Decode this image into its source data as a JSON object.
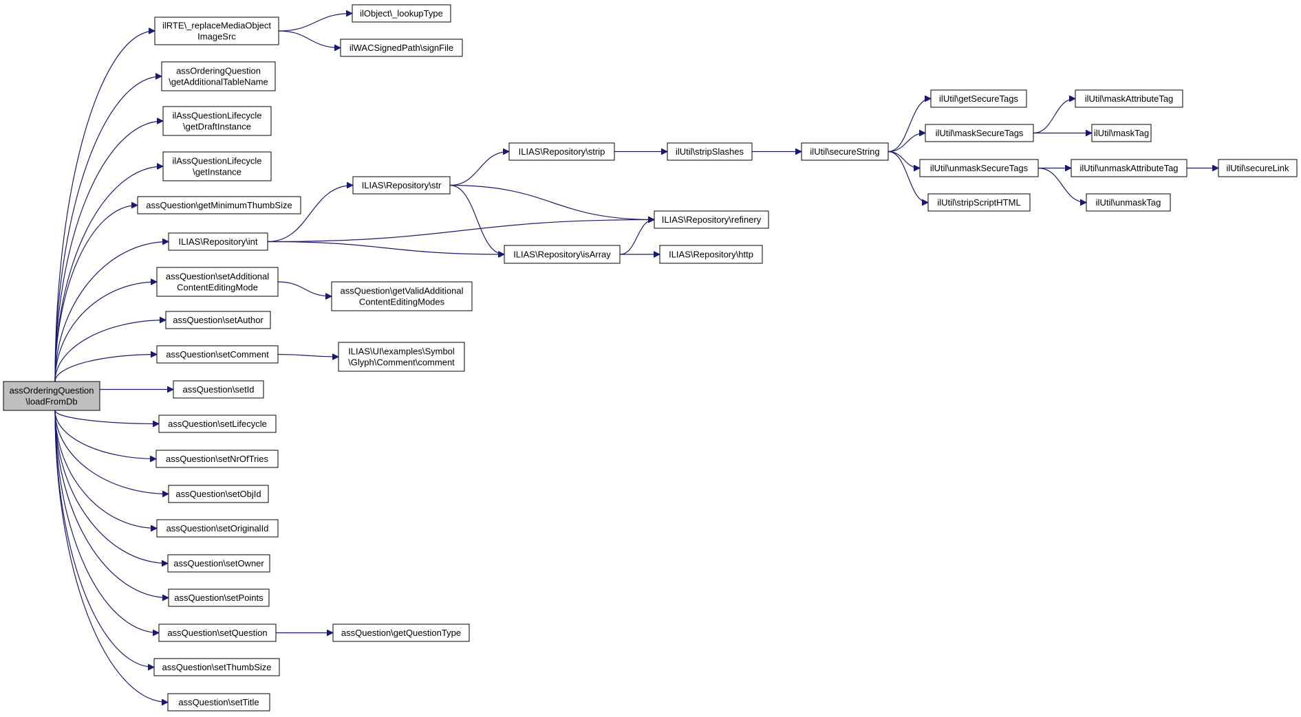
{
  "colors": {
    "edge": "#191970",
    "root_fill": "#bfbfbf",
    "node_fill": "#ffffff",
    "border": "#000000"
  },
  "nodes": [
    {
      "id": "root",
      "lines": [
        "assOrderingQuestion",
        "\\loadFromDb"
      ]
    },
    {
      "id": "n1",
      "lines": [
        "ilRTE\\_replaceMediaObject",
        "ImageSrc"
      ]
    },
    {
      "id": "n2",
      "lines": [
        "ilObject\\_lookupType"
      ]
    },
    {
      "id": "n3",
      "lines": [
        "ilWACSignedPath\\signFile"
      ]
    },
    {
      "id": "n4",
      "lines": [
        "assOrderingQuestion",
        "\\getAdditionalTableName"
      ]
    },
    {
      "id": "n5",
      "lines": [
        "ilAssQuestionLifecycle",
        "\\getDraftInstance"
      ]
    },
    {
      "id": "n6",
      "lines": [
        "ilAssQuestionLifecycle",
        "\\getInstance"
      ]
    },
    {
      "id": "n7",
      "lines": [
        "assQuestion\\getMinimumThumbSize"
      ]
    },
    {
      "id": "n8",
      "lines": [
        "ILIAS\\Repository\\int"
      ]
    },
    {
      "id": "n9",
      "lines": [
        "ILIAS\\Repository\\str"
      ]
    },
    {
      "id": "n10",
      "lines": [
        "ILIAS\\Repository\\strip"
      ]
    },
    {
      "id": "n11",
      "lines": [
        "ilUtil\\stripSlashes"
      ]
    },
    {
      "id": "n12",
      "lines": [
        "ilUtil\\secureString"
      ]
    },
    {
      "id": "n13",
      "lines": [
        "ilUtil\\getSecureTags"
      ]
    },
    {
      "id": "n14",
      "lines": [
        "ilUtil\\maskSecureTags"
      ]
    },
    {
      "id": "n15",
      "lines": [
        "ilUtil\\maskAttributeTag"
      ]
    },
    {
      "id": "n16",
      "lines": [
        "ilUtil\\maskTag"
      ]
    },
    {
      "id": "n17",
      "lines": [
        "ilUtil\\unmaskSecureTags"
      ]
    },
    {
      "id": "n18",
      "lines": [
        "ilUtil\\unmaskAttributeTag"
      ]
    },
    {
      "id": "n19",
      "lines": [
        "ilUtil\\secureLink"
      ]
    },
    {
      "id": "n20",
      "lines": [
        "ilUtil\\unmaskTag"
      ]
    },
    {
      "id": "n21",
      "lines": [
        "ilUtil\\stripScriptHTML"
      ]
    },
    {
      "id": "n22",
      "lines": [
        "ILIAS\\Repository\\refinery"
      ]
    },
    {
      "id": "n23",
      "lines": [
        "ILIAS\\Repository\\isArray"
      ]
    },
    {
      "id": "n24",
      "lines": [
        "ILIAS\\Repository\\http"
      ]
    },
    {
      "id": "n25",
      "lines": [
        "assQuestion\\setAdditional",
        "ContentEditingMode"
      ]
    },
    {
      "id": "n26",
      "lines": [
        "assQuestion\\getValidAdditional",
        "ContentEditingModes"
      ]
    },
    {
      "id": "n27",
      "lines": [
        "assQuestion\\setAuthor"
      ]
    },
    {
      "id": "n28",
      "lines": [
        "assQuestion\\setComment"
      ]
    },
    {
      "id": "n29",
      "lines": [
        "ILIAS\\UI\\examples\\Symbol",
        "\\Glyph\\Comment\\comment"
      ]
    },
    {
      "id": "n30",
      "lines": [
        "assQuestion\\setId"
      ]
    },
    {
      "id": "n31",
      "lines": [
        "assQuestion\\setLifecycle"
      ]
    },
    {
      "id": "n32",
      "lines": [
        "assQuestion\\setNrOfTries"
      ]
    },
    {
      "id": "n33",
      "lines": [
        "assQuestion\\setObjId"
      ]
    },
    {
      "id": "n34",
      "lines": [
        "assQuestion\\setOriginalId"
      ]
    },
    {
      "id": "n35",
      "lines": [
        "assQuestion\\setOwner"
      ]
    },
    {
      "id": "n36",
      "lines": [
        "assQuestion\\setPoints"
      ]
    },
    {
      "id": "n37",
      "lines": [
        "assQuestion\\setQuestion"
      ]
    },
    {
      "id": "n38",
      "lines": [
        "assQuestion\\getQuestionType"
      ]
    },
    {
      "id": "n39",
      "lines": [
        "assQuestion\\setThumbSize"
      ]
    },
    {
      "id": "n40",
      "lines": [
        "assQuestion\\setTitle"
      ]
    }
  ],
  "edges": [
    [
      "root",
      "n1"
    ],
    [
      "root",
      "n4"
    ],
    [
      "root",
      "n5"
    ],
    [
      "root",
      "n6"
    ],
    [
      "root",
      "n7"
    ],
    [
      "root",
      "n8"
    ],
    [
      "root",
      "n25"
    ],
    [
      "root",
      "n27"
    ],
    [
      "root",
      "n28"
    ],
    [
      "root",
      "n30"
    ],
    [
      "root",
      "n31"
    ],
    [
      "root",
      "n32"
    ],
    [
      "root",
      "n33"
    ],
    [
      "root",
      "n34"
    ],
    [
      "root",
      "n35"
    ],
    [
      "root",
      "n36"
    ],
    [
      "root",
      "n37"
    ],
    [
      "root",
      "n39"
    ],
    [
      "root",
      "n40"
    ],
    [
      "n1",
      "n2"
    ],
    [
      "n1",
      "n3"
    ],
    [
      "n8",
      "n9"
    ],
    [
      "n8",
      "n22"
    ],
    [
      "n8",
      "n23"
    ],
    [
      "n9",
      "n10"
    ],
    [
      "n9",
      "n22"
    ],
    [
      "n9",
      "n23"
    ],
    [
      "n10",
      "n11"
    ],
    [
      "n11",
      "n12"
    ],
    [
      "n12",
      "n13"
    ],
    [
      "n12",
      "n14"
    ],
    [
      "n12",
      "n17"
    ],
    [
      "n12",
      "n21"
    ],
    [
      "n14",
      "n15"
    ],
    [
      "n14",
      "n16"
    ],
    [
      "n17",
      "n18"
    ],
    [
      "n17",
      "n20"
    ],
    [
      "n18",
      "n19"
    ],
    [
      "n23",
      "n22"
    ],
    [
      "n23",
      "n24"
    ],
    [
      "n25",
      "n26"
    ],
    [
      "n28",
      "n29"
    ],
    [
      "n37",
      "n38"
    ]
  ]
}
